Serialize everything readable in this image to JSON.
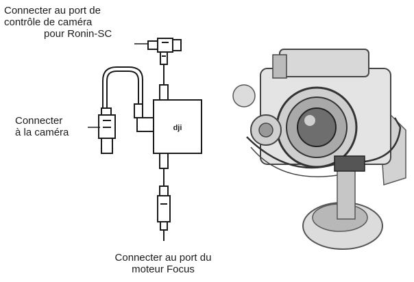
{
  "labels": {
    "camera_control_port": {
      "line1": "Connecter au port de",
      "line2": "contrôle de caméra",
      "line3": "pour Ronin-SC"
    },
    "camera": {
      "line1": "Connecter",
      "line2": "à la caméra"
    },
    "focus_motor_port": {
      "line1": "Connecter au port du",
      "line2": "moteur Focus"
    }
  },
  "colors": {
    "ink": "#1a1a1a",
    "photo_dark": "#3a3a3a",
    "photo_mid": "#9a9a9a",
    "photo_light": "#dcdcdc"
  }
}
